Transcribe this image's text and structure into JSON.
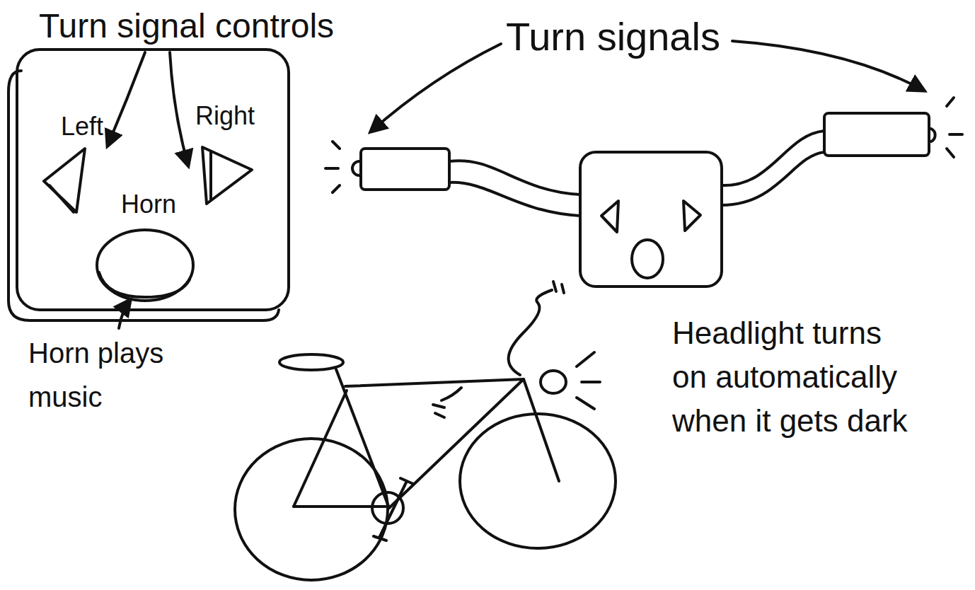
{
  "diagram": {
    "nodes": [
      {
        "text": [
          "Left",
          "Right",
          "Horn"
        ]
      }
    ],
    "labels": [
      "Turn signal controls",
      "Turn signals",
      "Horn plays music",
      "Headlight turns on automatically when it gets dark"
    ]
  }
}
